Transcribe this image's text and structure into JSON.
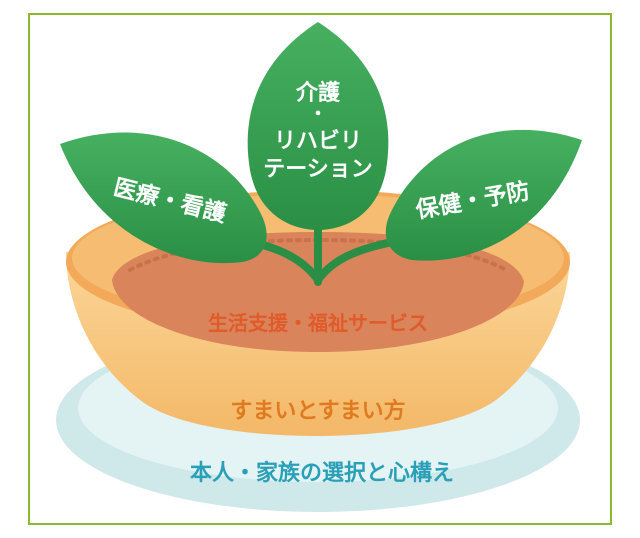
{
  "leaves": {
    "left": "医療・看護",
    "center": [
      "介護",
      "・",
      "リハビリ",
      "テーション"
    ],
    "right": "保健・予防"
  },
  "soil_label": "生活支援・福祉サービス",
  "bowl_label": "すまいとすまい方",
  "plate_label": "本人・家族の選択と心構え",
  "colors": {
    "frame": "#8db832",
    "leaf": "#2e9b4b",
    "soil": "#d9845a",
    "bowl": "#f7c57a",
    "plate": "#cfe8ea",
    "soil_text": "#e05a2a",
    "bowl_text": "#e07a20",
    "plate_text": "#2aa0b8"
  }
}
